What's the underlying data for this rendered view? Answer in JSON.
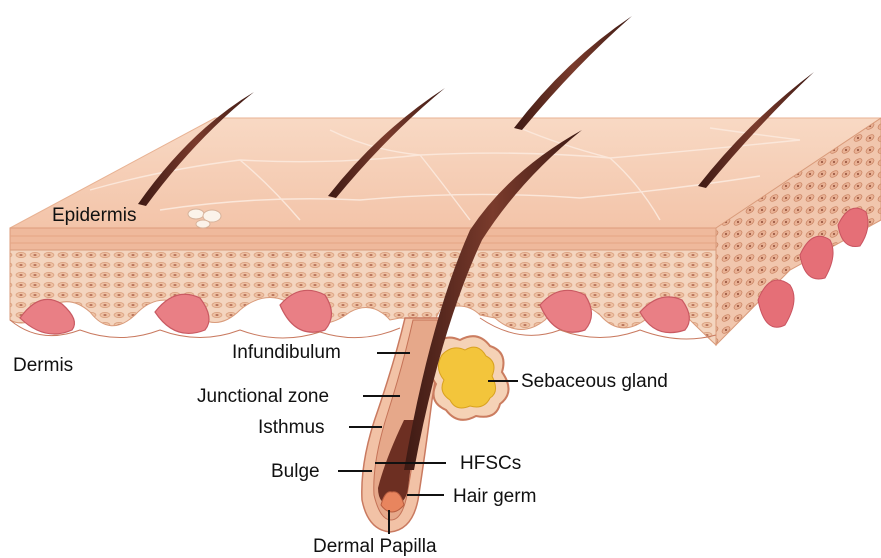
{
  "labels": {
    "epidermis": "Epidermis",
    "dermis": "Dermis",
    "infundibulum": "Infundibulum",
    "junctional_zone": "Junctional zone",
    "isthmus": "Isthmus",
    "bulge": "Bulge",
    "hfscs": "HFSCs",
    "hair_germ": "Hair germ",
    "dermal_papilla": "Dermal Papilla",
    "sebaceous_gland": "Sebaceous gland"
  },
  "colors": {
    "skin_surface": "#f6cdb4",
    "skin_edge": "#e9a98a",
    "dermis_tissue": "#f3d2bb",
    "dermal_ridge": "#e07a7f",
    "hair": "#5a2a22",
    "sebaceous": "#f2c73d",
    "papilla": "#e48a63"
  }
}
